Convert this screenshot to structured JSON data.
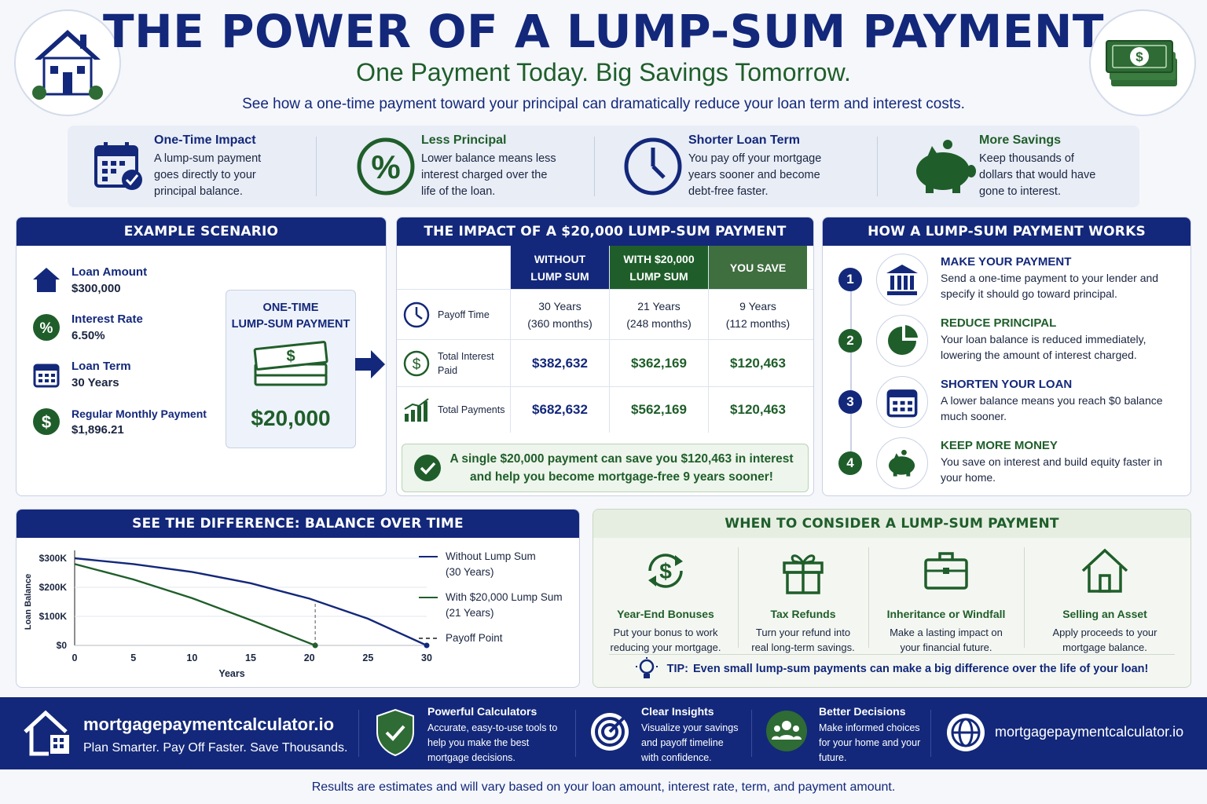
{
  "header": {
    "title": "THE POWER OF A LUMP-SUM PAYMENT",
    "subtitle": "One Payment Today. Big Savings Tomorrow.",
    "intro": "See how a one-time payment toward your principal can dramatically reduce your loan term and interest costs."
  },
  "benefits": [
    {
      "title": "One-Time Impact",
      "text": "A lump-sum payment goes directly to your principal balance.",
      "icon": "calendar-check-icon"
    },
    {
      "title": "Less Principal",
      "text": "Lower balance means less interest charged over the life of the loan.",
      "icon": "percent-icon"
    },
    {
      "title": "Shorter Loan Term",
      "text": "You pay off your mortgage years sooner and become debt-free faster.",
      "icon": "clock-icon"
    },
    {
      "title": "More Savings",
      "text": "Keep thousands of dollars that would have gone to interest.",
      "icon": "piggy-bank-icon"
    }
  ],
  "example": {
    "heading": "EXAMPLE SCENARIO",
    "items": [
      {
        "label": "Loan Amount",
        "value": "$300,000"
      },
      {
        "label": "Interest Rate",
        "value": "6.50%"
      },
      {
        "label": "Loan Term",
        "value": "30 Years"
      },
      {
        "label": "Regular Monthly Payment",
        "value": "$1,896.21"
      }
    ],
    "box_title_1": "ONE-TIME",
    "box_title_2": "LUMP-SUM PAYMENT",
    "box_amount": "$20,000"
  },
  "impact": {
    "heading": "THE IMPACT OF A $20,000 LUMP-SUM PAYMENT",
    "col_without_1": "WITHOUT",
    "col_without_2": "LUMP SUM",
    "col_with_1": "WITH $20,000",
    "col_with_2": "LUMP SUM",
    "col_save": "YOU SAVE",
    "rows": [
      {
        "label": "Payoff Time",
        "without_1": "30 Years",
        "without_2": "(360 months)",
        "with_1": "21 Years",
        "with_2": "(248 months)",
        "save_1": "9 Years",
        "save_2": "(112 months)"
      },
      {
        "label": "Total Interest Paid",
        "without": "$382,632",
        "with": "$362,169",
        "save": "$120,463"
      },
      {
        "label": "Total Payments",
        "without": "$682,632",
        "with": "$562,169",
        "save": "$120,463"
      }
    ],
    "callout_1": "A single $20,000 payment can save you $120,463 in interest",
    "callout_2": "and help you become mortgage-free 9 years sooner!"
  },
  "how": {
    "heading": "HOW A LUMP-SUM PAYMENT WORKS",
    "steps": [
      {
        "num": "1",
        "title": "MAKE YOUR PAYMENT",
        "text": "Send a one-time payment to your lender and specify it should go toward principal."
      },
      {
        "num": "2",
        "title": "REDUCE PRINCIPAL",
        "text": "Your loan balance is reduced immediately, lowering the amount of interest charged."
      },
      {
        "num": "3",
        "title": "SHORTEN YOUR LOAN",
        "text": "A lower balance means you reach $0 balance much sooner."
      },
      {
        "num": "4",
        "title": "KEEP MORE MONEY",
        "text": "You save on interest and build equity faster in your home."
      }
    ]
  },
  "chart_heading": "SEE THE DIFFERENCE: BALANCE OVER TIME",
  "chart_data": {
    "type": "line",
    "xlabel": "Years",
    "ylabel": "Loan Balance",
    "xlim": [
      0,
      30
    ],
    "ylim": [
      0,
      300000
    ],
    "xticks": [
      "0",
      "5",
      "10",
      "15",
      "20",
      "25",
      "30"
    ],
    "yticks": [
      "$0",
      "$100K",
      "$200K",
      "$300K"
    ],
    "series": [
      {
        "name": "Without Lump Sum",
        "name_2": "(30 Years)",
        "color": "#13287a",
        "x": [
          0,
          5,
          10,
          15,
          20,
          25,
          30
        ],
        "y": [
          300000,
          280000,
          253000,
          214000,
          161000,
          92000,
          0
        ]
      },
      {
        "name": "With $20,000 Lump Sum",
        "name_2": "(21 Years)",
        "color": "#1f5e2a",
        "x": [
          0,
          5,
          10,
          15,
          20.5
        ],
        "y": [
          280000,
          227000,
          163000,
          87000,
          0
        ]
      }
    ],
    "payoff_label": "Payoff Point"
  },
  "when": {
    "heading": "WHEN TO CONSIDER A LUMP-SUM PAYMENT",
    "items": [
      {
        "title": "Year-End Bonuses",
        "text_1": "Put your bonus to work",
        "text_2": "reducing your mortgage."
      },
      {
        "title": "Tax Refunds",
        "text_1": "Turn your refund into",
        "text_2": "real long-term savings."
      },
      {
        "title": "Inheritance or Windfall",
        "text_1": "Make a lasting impact on",
        "text_2": "your financial future."
      },
      {
        "title": "Selling an Asset",
        "text_1": "Apply proceeds to your",
        "text_2": "mortgage balance."
      }
    ],
    "tip_label": "TIP:",
    "tip_text": "Even small lump-sum payments can make a big difference over the life of your loan!"
  },
  "footer": {
    "brand": "mortgagepaymentcalculator.io",
    "slogan": "Plan Smarter. Pay Off Faster. Save Thousands.",
    "cols": [
      {
        "title": "Powerful Calculators",
        "text": "Accurate, easy-to-use tools to help you make the best mortgage decisions."
      },
      {
        "title": "Clear Insights",
        "text": "Visualize your savings and payoff timeline with confidence."
      },
      {
        "title": "Better Decisions",
        "text": "Make informed choices for your home and your future."
      }
    ],
    "site": "mortgagepaymentcalculator.io"
  },
  "disclaimer": "Results are estimates and will vary based on your loan amount, interest rate, term, and payment amount.",
  "colors": {
    "navy": "#13287a",
    "green": "#1f5e2a",
    "save_header": "#3f6e3f"
  }
}
